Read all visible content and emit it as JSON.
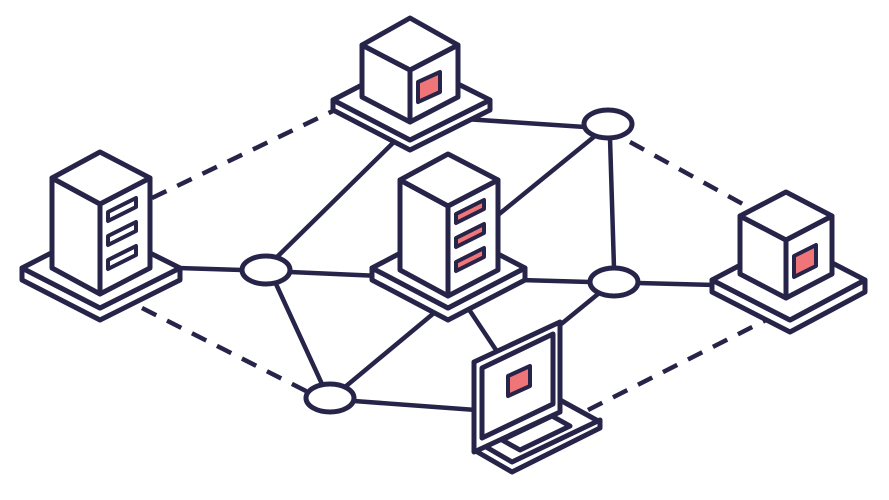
{
  "colors": {
    "ink": "#27244a",
    "accent": "#f07578",
    "background": "#ffffff"
  },
  "nodes": [
    "server-top",
    "tower-left",
    "tower-center",
    "server-right",
    "laptop",
    "hub-1",
    "hub-2",
    "hub-3",
    "hub-4"
  ],
  "icons": [
    "server-icon",
    "server-rack-icon",
    "laptop-icon",
    "network-hub-icon"
  ]
}
